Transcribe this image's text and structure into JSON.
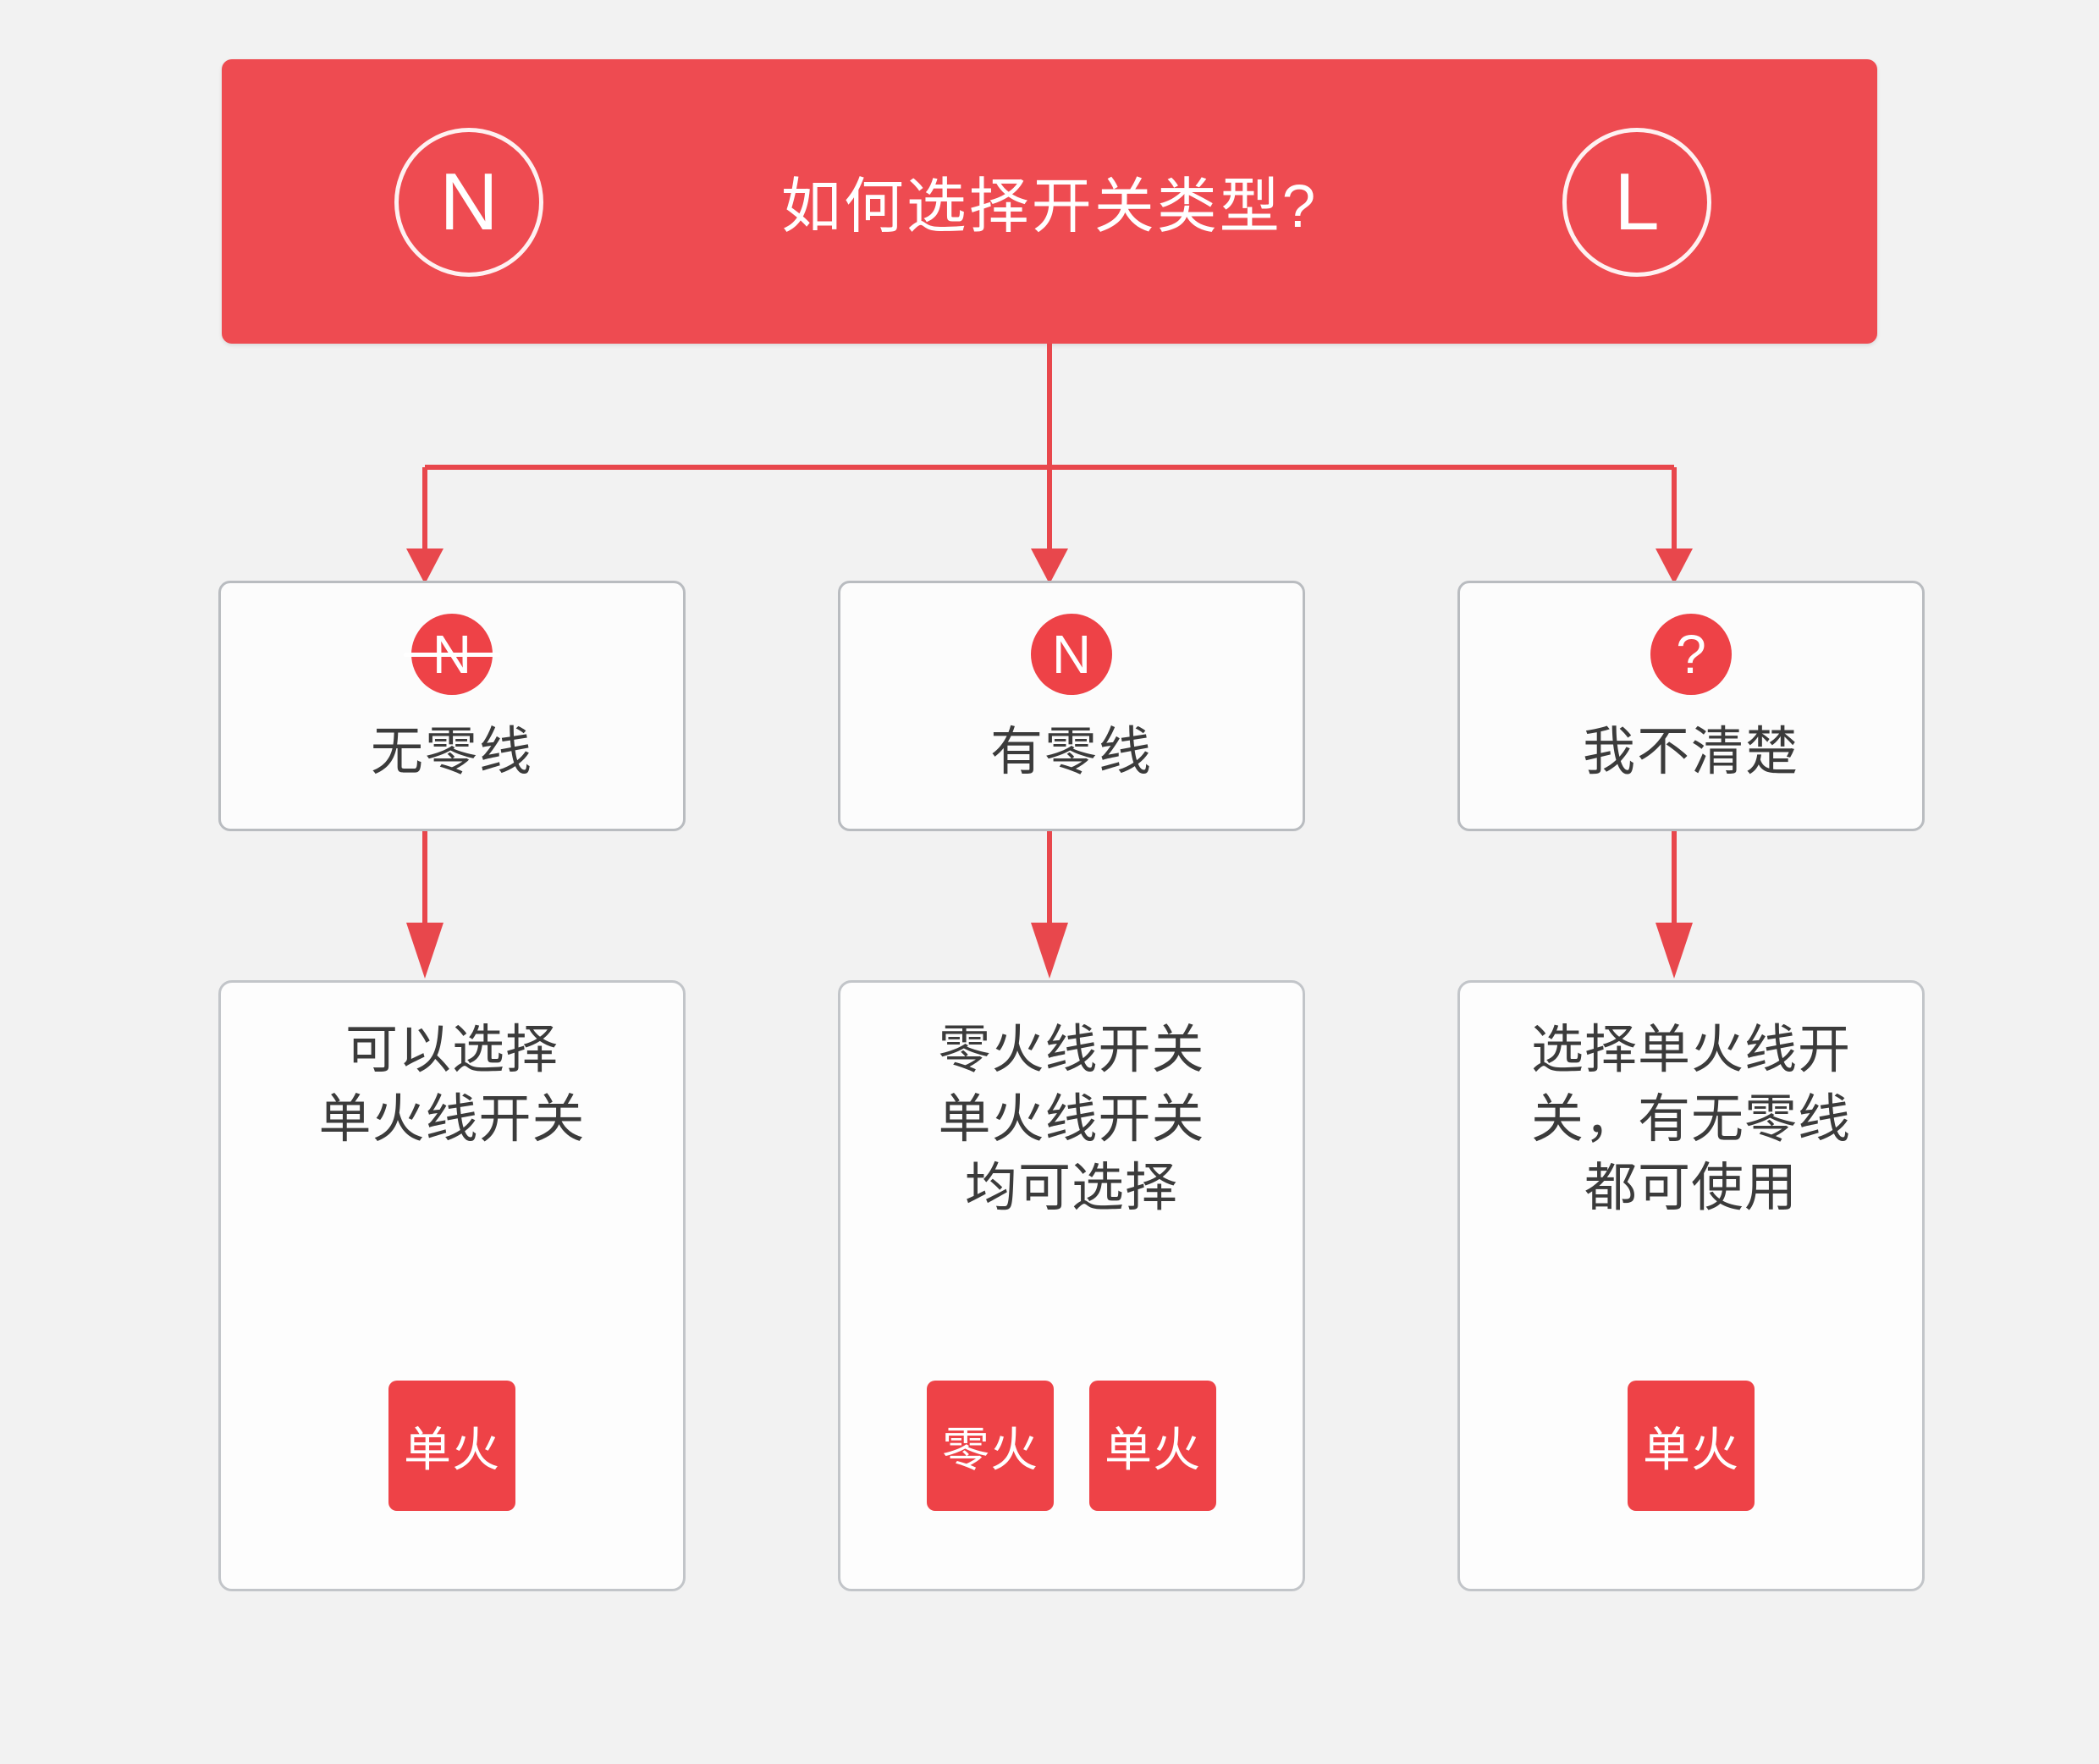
{
  "colors": {
    "background": "#f2f2f2",
    "banner_red": "#ee4b51",
    "accent_red": "#ee4247",
    "connector_red": "#e8474c",
    "box_border": "#b9bcc0",
    "card_border": "#c2c5c9",
    "text_dark": "#3b3b3b",
    "text_white": "#ffffff"
  },
  "header": {
    "title": "如何选择开关类型?",
    "left_badge": "N",
    "right_badge": "L"
  },
  "options": [
    {
      "icon_letter": "N",
      "icon_name": "n-crossed-icon",
      "struck": true,
      "label": "无零线"
    },
    {
      "icon_letter": "N",
      "icon_name": "n-icon",
      "struck": false,
      "label": "有零线"
    },
    {
      "icon_letter": "?",
      "icon_name": "question-icon",
      "struck": false,
      "label": "我不清楚"
    }
  ],
  "results": [
    {
      "lines": [
        "可以选择",
        "单火线开关"
      ],
      "tags": [
        "单火"
      ]
    },
    {
      "lines": [
        "零火线开关",
        "单火线开关",
        "均可选择"
      ],
      "tags": [
        "零火",
        "单火"
      ]
    },
    {
      "lines": [
        "选择单火线开",
        "关，有无零线",
        "都可使用"
      ],
      "tags": [
        "单火"
      ]
    }
  ]
}
